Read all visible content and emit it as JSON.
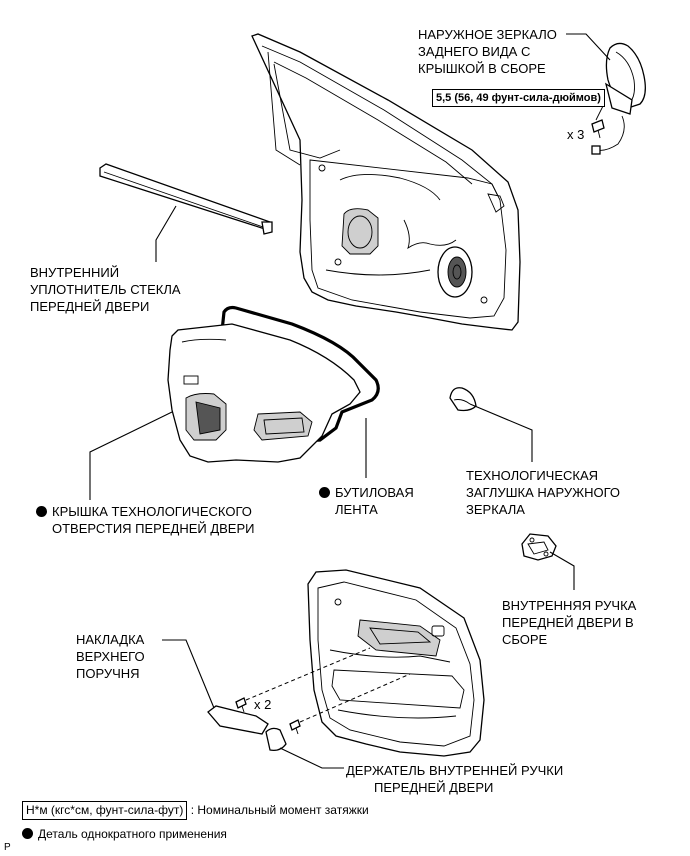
{
  "labels": {
    "mirror": [
      "НАРУЖНОЕ ЗЕРКАЛО",
      "ЗАДНЕГО ВИДА С",
      "КРЫШКОЙ В СБОРЕ"
    ],
    "weatherstrip": [
      "ВНУТРЕННИЙ",
      "УПЛОТНИТЕЛЬ СТЕКЛА",
      "ПЕРЕДНЕЙ ДВЕРИ"
    ],
    "service_hole_cover": [
      "КРЫШКА ТЕХНОЛОГИЧЕСКОГО",
      "ОТВЕРСТИЯ ПЕРЕДНЕЙ ДВЕРИ"
    ],
    "butyl_tape": [
      "БУТИЛОВАЯ",
      "ЛЕНТА"
    ],
    "mirror_plug": [
      "ТЕХНОЛОГИЧЕСКАЯ",
      "ЗАГЛУШКА НАРУЖНОГО",
      "ЗЕРКАЛА"
    ],
    "inner_handle": [
      "ВНУТРЕННЯЯ РУЧКА",
      "ПЕРЕДНЕЙ ДВЕРИ В",
      "СБОРЕ"
    ],
    "armrest_cover": [
      "НАКЛАДКА",
      "ВЕРХНЕГО",
      "ПОРУЧНЯ"
    ],
    "handle_bezel": [
      "ДЕРЖАТЕЛЬ ВНУТРЕННЕЙ РУЧКИ",
      "ПЕРЕДНЕЙ ДВЕРИ"
    ]
  },
  "torque": "5,5 (56, 49 фунт-сила-дюймов)",
  "quantities": {
    "mirror_bolts": "x 3",
    "panel_screws": "x 2"
  },
  "legend": {
    "torque_unit": "Н*м (кгс*см, фунт-сила-фут)",
    "torque_desc": ": Номинальный момент затяжки",
    "single_use": "Деталь однократного применения"
  },
  "corner_mark": "P"
}
